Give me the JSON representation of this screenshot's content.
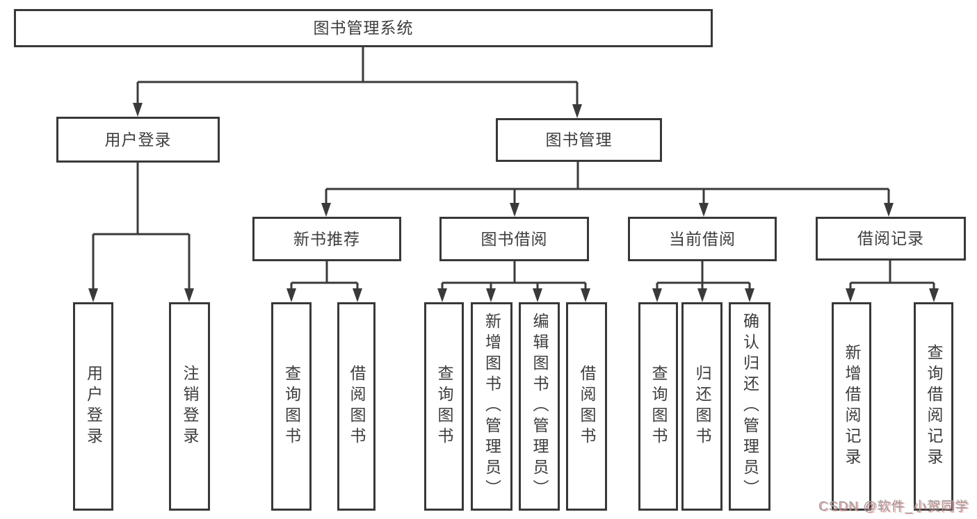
{
  "diagram_type": "hierarchy-tree",
  "tree": {
    "root": {
      "label": "图书管理系统"
    },
    "user_login": {
      "label": "用户登录",
      "children": [
        {
          "label": "用户登录"
        },
        {
          "label": "注销登录"
        }
      ]
    },
    "book_mgmt": {
      "label": "图书管理",
      "children_labels": [
        "新书推荐",
        "图书借阅",
        "当前借阅",
        "借阅记录"
      ]
    },
    "new_book": {
      "label": "新书推荐",
      "children": [
        {
          "label": "查询图书"
        },
        {
          "label": "借阅图书"
        }
      ]
    },
    "book_borrow": {
      "label": "图书借阅",
      "children": [
        {
          "label": "查询图书"
        },
        {
          "label": "新增图书（管理员）"
        },
        {
          "label": "编辑图书（管理员）"
        },
        {
          "label": "借阅图书"
        }
      ]
    },
    "current_borrow": {
      "label": "当前借阅",
      "children": [
        {
          "label": "查询图书"
        },
        {
          "label": "归还图书"
        },
        {
          "label": "确认归还（管理员）"
        }
      ]
    },
    "borrow_record": {
      "label": "借阅记录",
      "children": [
        {
          "label": "新增借阅记录"
        },
        {
          "label": "查询借阅记录"
        }
      ]
    }
  },
  "watermark": {
    "text": "CSDN @软件_小贺同学"
  },
  "colors": {
    "line": "#3a3a3a",
    "box_border": "#383838",
    "text": "#3d3d3d",
    "background": "#ffffff",
    "watermark": "#9d9d9d",
    "watermark_shadow": "#e46262"
  }
}
